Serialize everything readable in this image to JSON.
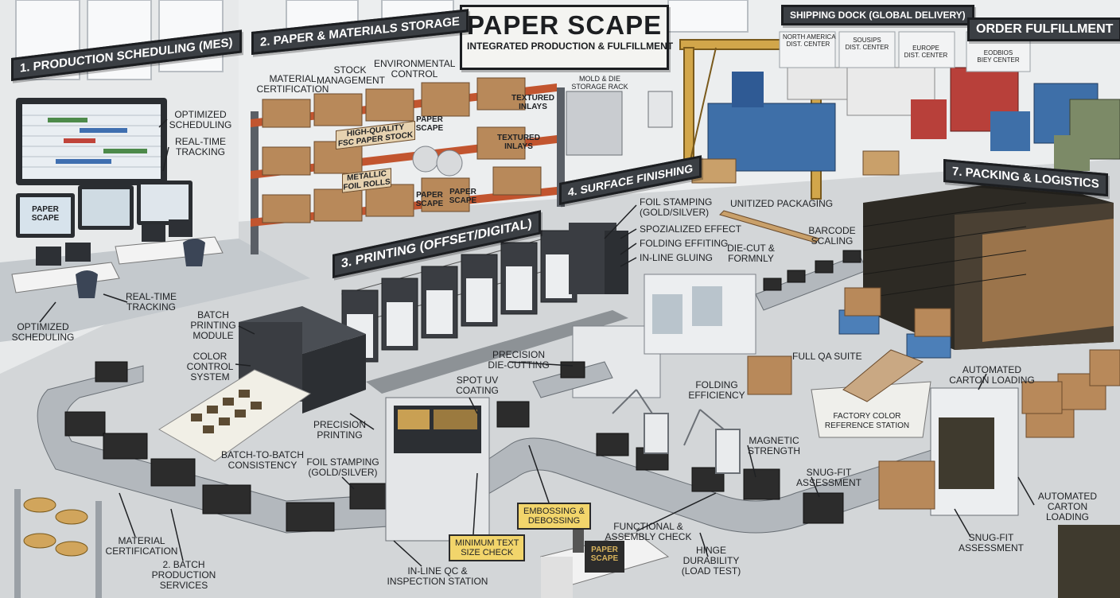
{
  "title": {
    "main": "PAPER SCAPE",
    "subtitle": "INTEGRATED PRODUCTION & FULFILLMENT"
  },
  "zones": {
    "scheduling": "1. PRODUCTION SCHEDULING (MES)",
    "storage": "2. PAPER & MATERIALS STORAGE",
    "printing": "3. PRINTING (OFFSET/DIGITAL)",
    "finishing": "4. SURFACE FINISHING",
    "packing": "7. PACKING & LOGISTICS",
    "shipping": "SHIPPING DOCK (GLOBAL DELIVERY)",
    "fulfillment": "ORDER FULFILLMENT"
  },
  "docks": [
    {
      "label": "NORTH AMERICA\nDIST. CENTER"
    },
    {
      "label": "SOUSIPS\nDIST. CENTER"
    },
    {
      "label": "EUROPE\nDIST. CENTER"
    },
    {
      "label": "EODBIOS\nBIEY CENTER"
    }
  ],
  "screens": {
    "paper_scape_screen": "PAPER\nSCAPE"
  },
  "boxes": {
    "hq_stock": "HIGH-QUALITY\nFSC PAPER STOCK",
    "foil_rolls": "METALLIC\nFOIL ROLLS",
    "paper_scape_1": "PAPER\nSCAPE",
    "paper_scape_2": "PAPER\nSCAPE",
    "paper_scape_3": "PAPER\nSCAPE",
    "textured_1": "TEXTURED\nINLAYS",
    "textured_2": "TEXTURED\nINLAYS",
    "book": "PAPER\nSCAPE"
  },
  "labels": {
    "optimized_scheduling_top": "OPTIMIZED\nSCHEDULING",
    "realtime_tracking_top": "REAL-TIME\nTRACKING",
    "realtime_tracking_bottom": "REAL-TIME\nTRACKING",
    "optimized_scheduling_bottom": "OPTIMIZED\nSCHEDULING",
    "material_cert_top": "MATERIAL\nCERTIFICATION",
    "stock_management": "STOCK\nMANAGEMENT",
    "environmental_control": "ENVIRONMENTAL\nCONTROL",
    "mold_die": "MOLD & DIE\nSTORAGE RACK",
    "foil_stamping_top": "FOIL STAMPING\n(GOLD/SILVER)",
    "spozialized": "SPOZIALIZED EFFECT",
    "folding_effiting": "FOLDING EFFITING",
    "inline_gluing": "IN-LINE GLUING",
    "unitized": "UNITIZED PACKAGING",
    "barcode": "BARCODE\nSCALING",
    "diecut_formnly": "DIE-CUT &\nFORMNLY",
    "batch_printing": "BATCH\nPRINTING\nMODULE",
    "color_control": "COLOR\nCONTROL\nSYSTEM",
    "precision_diecut": "PRECISION\nDIE-CUTTING",
    "spot_uv": "SPOT UV\nCOATING",
    "precision_printing": "PRECISION\nPRINTING",
    "batch_consistency": "BATCH-TO-BATCH\nCONSISTENCY",
    "foil_stamping_bottom": "FOIL STAMPING\n(GOLD/SILVER)",
    "folding_efficiency": "FOLDING\nEFFICIENCY",
    "full_qa": "FULL QA SUITE",
    "factory_color": "FACTORY COLOR\nREFERENCE STATION",
    "automated_carton_top": "AUTOMATED\nCARTON LOADING",
    "magnetic": "MAGNETIC\nSTRENGTH",
    "snug_fit_mid": "SNUG-FIT\nASSESSMENT",
    "automated_carton_right": "AUTOMATED\nCARTON\nLOADING",
    "snug_fit_bottom": "SNUG-FIT\nASSESSMENT",
    "functional_assembly": "FUNCTIONAL &\nASSEMBLY CHECK",
    "hinge_durability": "HINGE\nDURABILITY\n(LOAD TEST)",
    "inline_qc": "IN-LINE QC &\nINSPECTION STATION",
    "material_cert_bottom": "MATERIAL\nCERTIFICATION",
    "batch_production": "2. BATCH\nPRODUCTION\nSERVICES"
  },
  "tags": {
    "embossing": "EMBOSSING &\nDEBOSSING",
    "min_text": "MINIMUM TEXT\nSIZE CHECK"
  },
  "colors": {
    "floor": "#cfd3d6",
    "wall": "#eef0f1",
    "sign_dark": "#3b3f44",
    "box_brown": "#b8895a",
    "box_black": "#2c2c2c",
    "container_blue": "#3e6fa8",
    "container_red": "#b8403a",
    "crane_yellow": "#d2a64a",
    "tag_yellow": "#f2d56b"
  }
}
